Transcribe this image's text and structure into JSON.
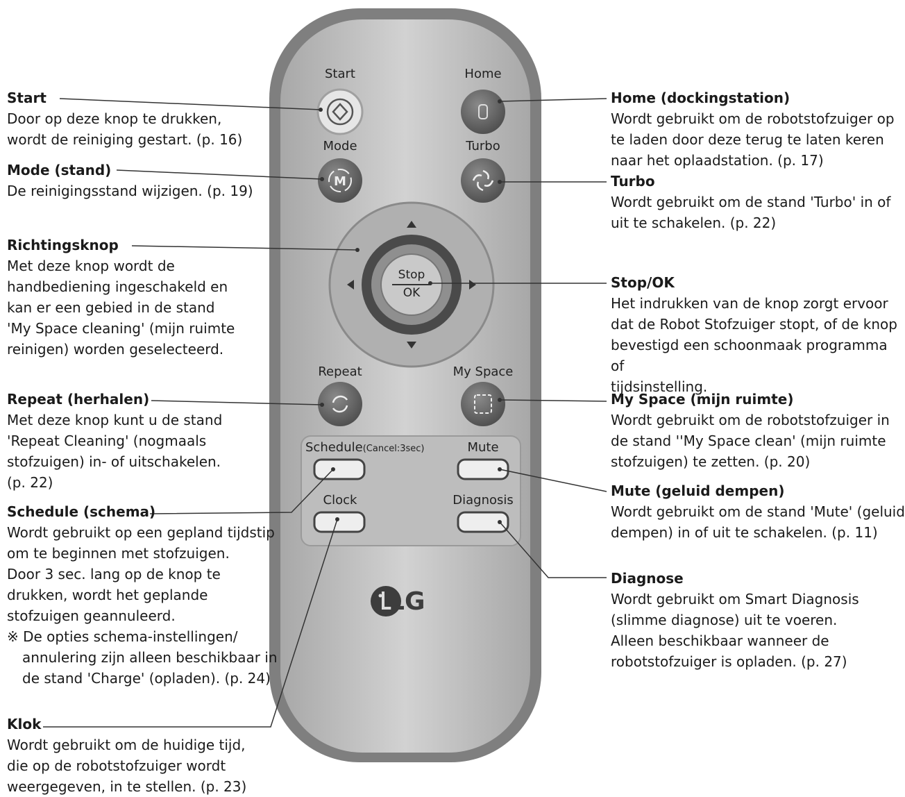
{
  "remote": {
    "buttons": {
      "start": "Start",
      "home": "Home",
      "mode": "Mode",
      "turbo": "Turbo",
      "repeat": "Repeat",
      "myspace": "My Space",
      "schedule": "Schedule",
      "schedule_note": "(Cancel:3sec)",
      "mute": "Mute",
      "clock": "Clock",
      "diagnosis": "Diagnosis",
      "stop": "Stop",
      "ok": "OK",
      "brand": "LG"
    }
  },
  "callouts": {
    "start": {
      "title": "Start",
      "desc": "Door op deze knop te drukken,\nwordt de reiniging gestart. (p. 16)"
    },
    "mode": {
      "title": "Mode (stand)",
      "desc": "De reinigingsstand wijzigen. (p. 19)"
    },
    "direction": {
      "title": "Richtingsknop",
      "desc": "Met deze knop wordt de\nhandbediening ingeschakeld en\nkan er een gebied in de stand\n'My Space cleaning' (mijn ruimte\nreinigen) worden geselecteerd."
    },
    "repeat": {
      "title": "Repeat (herhalen)",
      "desc": "Met deze knop kunt u de stand\n'Repeat Cleaning' (nogmaals\nstofzuigen) in- of uitschakelen.\n(p. 22)"
    },
    "schedule": {
      "title": "Schedule (schema)",
      "desc": "Wordt gebruikt op een gepland tijdstip\nom te beginnen met stofzuigen.\nDoor 3 sec. lang op de knop te\ndrukken, wordt het geplande\nstofzuigen geannuleerd.",
      "note": "※ De opties schema-instellingen/\nannulering zijn alleen beschikbaar in\nde stand 'Charge' (opladen). (p. 24)"
    },
    "clock": {
      "title": "Klok",
      "desc": "Wordt gebruikt om de huidige tijd,\ndie op de robotstofzuiger wordt\nweergegeven, in te stellen. (p. 23)"
    },
    "home": {
      "title": "Home (dockingstation)",
      "desc": "Wordt gebruikt om de robotstofzuiger op\nte laden door deze terug te laten keren\nnaar het oplaadstation. (p. 17)"
    },
    "turbo": {
      "title": "Turbo",
      "desc": "Wordt gebruikt om de stand 'Turbo' in of\nuit te schakelen. (p. 22)"
    },
    "stopok": {
      "title": "Stop/OK",
      "desc": "Het indrukken van de knop zorgt ervoor\ndat de Robot Stofzuiger stopt, of de knop\nbevestigd een schoonmaak programma of\ntijdsinstelling."
    },
    "myspace": {
      "title": "My Space (mijn ruimte)",
      "desc": "Wordt gebruikt om de robotstofzuiger in\nde stand ''My Space clean' (mijn ruimte\nstofzuigen) te zetten. (p. 20)"
    },
    "mute": {
      "title": "Mute (geluid dempen)",
      "desc": "Wordt gebruikt om de stand 'Mute' (geluid\ndempen) in of uit te schakelen. (p. 11)"
    },
    "diagnose": {
      "title": "Diagnose",
      "desc": "Wordt gebruikt om Smart Diagnosis\n(slimme diagnose) uit te voeren.\nAlleen beschikbaar wanneer de\nrobotstofzuiger is opladen. (p. 27)"
    }
  },
  "colors": {
    "body": "#8e8e8e",
    "face": "#c4c4c4",
    "button": "#6b6b6b",
    "ring": "#9a9a9a"
  }
}
